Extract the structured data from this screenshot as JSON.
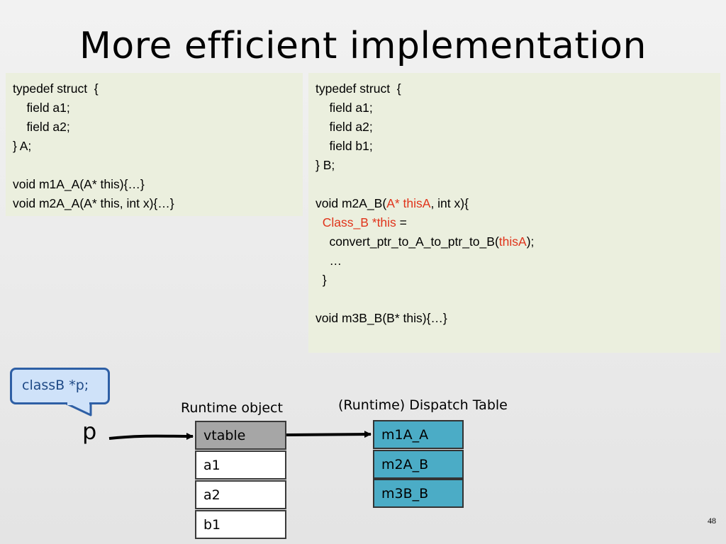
{
  "slide": {
    "title": "More efficient implementation",
    "page_number": "48"
  },
  "code_a": {
    "lines": [
      "typedef struct  {",
      "    field a1;",
      "    field a2;",
      "} A;",
      "",
      "void m1A_A(A* this){…}",
      "void m2A_A(A* this, int x){…}"
    ]
  },
  "code_b": {
    "line1": "typedef struct  {",
    "line2": "    field a1;",
    "line3": "    field a2;",
    "line4": "    field b1;",
    "line5": "} B;",
    "line7_pre": "void m2A_B(",
    "line7_red": "A* thisA",
    "line7_post": ", int x){",
    "line8_indent": "  ",
    "line8_red": "Class_B *this",
    "line8_post": " =",
    "line9_pre": "    convert_ptr_to_A_to_ptr_to_B(",
    "line9_red": "thisA",
    "line9_post": ");",
    "line10": "    …",
    "line11": "  }",
    "line13": "void m3B_B(B* this){…}"
  },
  "callout": {
    "text": "classB *p;"
  },
  "pointer_label": "p",
  "runtime_object": {
    "caption": "Runtime object",
    "cells": [
      "vtable",
      "a1",
      "a2",
      "b1"
    ]
  },
  "dispatch_table": {
    "caption": "(Runtime) Dispatch Table",
    "cells": [
      "m1A_A",
      "m2A_B",
      "m3B_B"
    ]
  },
  "colors": {
    "code_background": "#ebefde",
    "highlight_red": "#e0341b",
    "callout_fill": "#cfe2f9",
    "callout_border": "#2e5fa5",
    "vtable_cell": "#a6a6a6",
    "dispatch_cell": "#4bacc6"
  }
}
